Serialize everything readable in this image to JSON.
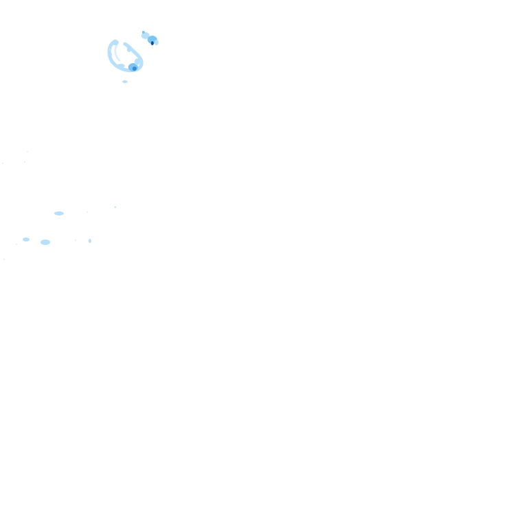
{
  "map": {
    "kind": "precipitation radar overlay tile",
    "background_color": "#ffffff",
    "palette": {
      "very_light": "#d9efff",
      "light": "#b8e0fb",
      "medium": "#7cc4f2",
      "strong": "#2f8fd6",
      "intense": "#0b4f9c"
    },
    "echo_cluster_count": 3,
    "isolated_echo_count": 9
  }
}
